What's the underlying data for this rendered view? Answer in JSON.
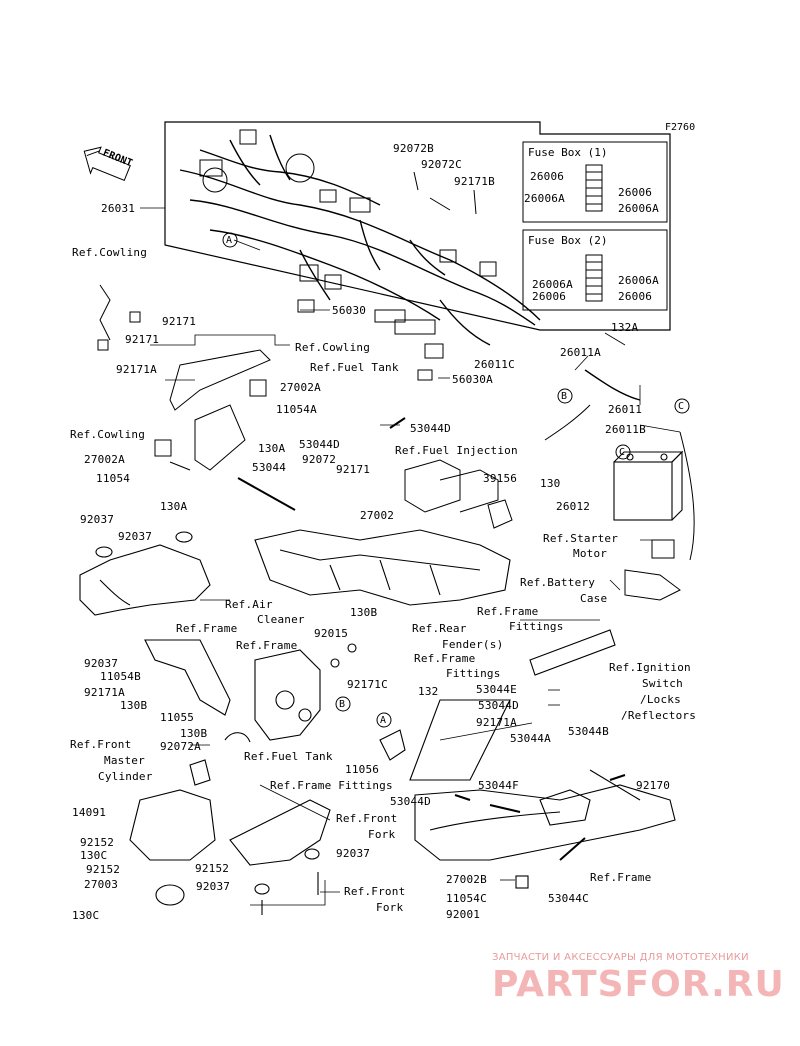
{
  "figure_id": "F2760",
  "front_label": "FRONT",
  "fuse_box_1": {
    "title": "Fuse Box (1)",
    "left": [
      "26006",
      "26006A"
    ],
    "right": [
      "26006",
      "26006A"
    ]
  },
  "fuse_box_2": {
    "title": "Fuse Box (2)",
    "left": [
      "26006A",
      "26006"
    ],
    "right": [
      "26006A",
      "26006"
    ]
  },
  "callouts": {
    "a": "A",
    "b": "B",
    "c": "C"
  },
  "labels": {
    "p26031": "26031",
    "p92072B": "92072B",
    "p92072C": "92072C",
    "p92171B": "92171B",
    "p56030": "56030",
    "p56030A": "56030A",
    "p26011C": "26011C",
    "ref_cowling_1": "Ref.Cowling",
    "p92171_a": "92171",
    "p92171_b": "92171",
    "p92171A": "92171A",
    "ref_cowling_2": "Ref.Cowling",
    "ref_fuel_tank_1": "Ref.Fuel Tank",
    "p27002A_1": "27002A",
    "p11054A": "11054A",
    "p53044D_1": "53044D",
    "p53044D_2": "53044D",
    "ref_cowling_3": "Ref.Cowling",
    "p130A_1": "130A",
    "p27002A_2": "27002A",
    "ref_fuel_injection": "Ref.Fuel Injection",
    "p53044": "53044",
    "p92072": "92072",
    "p92171_c": "92171",
    "p11054": "11054",
    "p130A_2": "130A",
    "p39156": "39156",
    "p27002": "27002",
    "p132A_1": "132A",
    "p26011A": "26011A",
    "p26011": "26011",
    "p26011B": "26011B",
    "p130": "130",
    "p26012": "26012",
    "ref_starter_motor_1": "Ref.Starter",
    "ref_starter_motor_2": "Motor",
    "ref_battery_case_1": "Ref.Battery",
    "ref_battery_case_2": "Case",
    "p92037_1": "92037",
    "p92037_2": "92037",
    "ref_air_cleaner_1": "Ref.Air",
    "ref_air_cleaner_2": "Cleaner",
    "ref_frame_1": "Ref.Frame",
    "p130B_1": "130B",
    "ref_rear_fender_1": "Ref.Rear",
    "ref_rear_fender_2": "Fender(s)",
    "ref_frame_fittings_1a": "Ref.Frame",
    "ref_frame_fittings_1b": "Fittings",
    "ref_frame_2": "Ref.Frame",
    "p92015": "92015",
    "p92037_3": "92037",
    "p11054B": "11054B",
    "p92171A_2": "92171A",
    "p130B_2": "130B",
    "p92171C": "92171C",
    "ref_frame_fittings_2a": "Ref.Frame",
    "ref_frame_fittings_2b": "Fittings",
    "ref_ignition_1": "Ref.Ignition",
    "ref_ignition_2": "Switch",
    "ref_ignition_3": "/Locks",
    "ref_ignition_4": "/Reflectors",
    "p53044E": "53044E",
    "p53044D_3": "53044D",
    "p132": "132",
    "p11055": "11055",
    "p130B_3": "130B",
    "p92072A": "92072A",
    "ref_fuel_tank_2": "Ref.Fuel Tank",
    "p92171A_3": "92171A",
    "p53044A": "53044A",
    "p53044B": "53044B",
    "ref_front_master_1": "Ref.Front",
    "ref_front_master_2": "Master",
    "ref_front_master_3": "Cylinder",
    "p11056": "11056",
    "ref_frame_fittings_3": "Ref.Frame Fittings",
    "p53044F": "53044F",
    "p92170": "92170",
    "p53044D_4": "53044D",
    "p14091": "14091",
    "ref_front_fork_1a": "Ref.Front",
    "ref_front_fork_1b": "Fork",
    "p92152_1": "92152",
    "p130C_1": "130C",
    "p92152_2": "92152",
    "p92152_3": "92152",
    "p92037_4": "92037",
    "p27003": "27003",
    "p92037_5": "92037",
    "ref_front_fork_2a": "Ref.Front",
    "ref_front_fork_2b": "Fork",
    "p130C_2": "130C",
    "p27002B": "27002B",
    "p11054C": "11054C",
    "p92001": "92001",
    "p53044C": "53044C",
    "ref_frame_3": "Ref.Frame"
  },
  "watermark": {
    "line": "ЗАПЧАСТИ И АКСЕССУАРЫ ДЛЯ МОТОТЕХНИКИ",
    "logo": "PARTSFOR.RU"
  }
}
